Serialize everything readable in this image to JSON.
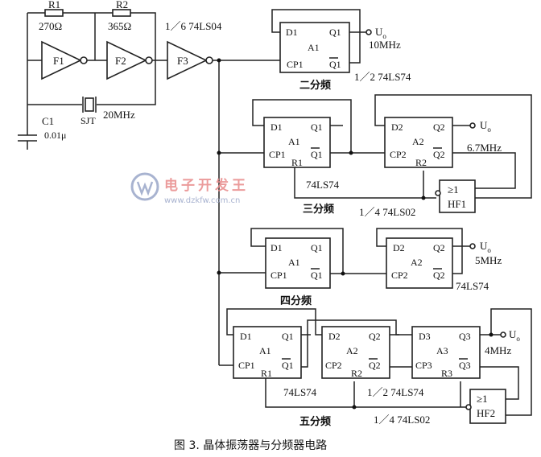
{
  "top": {
    "r1": "R1",
    "r1_val": "270Ω",
    "r2": "R2",
    "r2_val": "365Ω",
    "c1": "C1",
    "c1_val": "0.01μ",
    "xtal": "SJT",
    "xtal_freq": "20MHz",
    "gate_note": "1／6  74LS04",
    "f1": "F1",
    "f2": "F2",
    "f3": "F3"
  },
  "div2": {
    "d": "D1",
    "q": "Q1",
    "cp": "CP1",
    "qb": "Q1",
    "name": "A1",
    "out": "U",
    "out_sub": "o",
    "freq": "10MHz",
    "title": "二分频",
    "chip": "1／2  74LS74"
  },
  "div3": {
    "a1": {
      "d": "D1",
      "q": "Q1",
      "cp": "CP1",
      "qb": "Q1",
      "r": "R1",
      "name": "A1"
    },
    "a2": {
      "d": "D2",
      "q": "Q2",
      "cp": "CP2",
      "qb": "Q2",
      "r": "R2",
      "name": "A2"
    },
    "out": "U",
    "out_sub": "o",
    "freq": "6.7MHz",
    "chip": "74LS74",
    "title": "三分频",
    "gate_sym": "≥1",
    "gate": "HF1",
    "gate_chip": "1／4  74LS02"
  },
  "div4": {
    "a1": {
      "d": "D1",
      "q": "Q1",
      "cp": "CP1",
      "qb": "Q1",
      "name": "A1"
    },
    "a2": {
      "d": "D2",
      "q": "Q2",
      "cp": "CP2",
      "qb": "Q2",
      "name": "A2"
    },
    "out": "U",
    "out_sub": "o",
    "freq": "5MHz",
    "chip": "74LS74",
    "title": "四分频"
  },
  "div5": {
    "a1": {
      "d": "D1",
      "q": "Q1",
      "cp": "CP1",
      "qb": "Q1",
      "r": "R1",
      "name": "A1"
    },
    "a2": {
      "d": "D2",
      "q": "Q2",
      "cp": "CP2",
      "qb": "Q2",
      "r": "R2",
      "name": "A2"
    },
    "a3": {
      "d": "D3",
      "q": "Q3",
      "cp": "CP3",
      "qb": "Q3",
      "r": "R3",
      "name": "A3"
    },
    "out": "U",
    "out_sub": "o",
    "freq": "4MHz",
    "chip": "74LS74",
    "chip2": "1／2  74LS74",
    "title": "五分频",
    "gate_sym": "≥1",
    "gate": "HF2",
    "gate_chip": "1／4  74LS02"
  },
  "watermark": {
    "text": "电子开发王",
    "url": "www.dzkfw.com.cn"
  },
  "caption": "图 3. 晶体振荡器与分频器电路"
}
